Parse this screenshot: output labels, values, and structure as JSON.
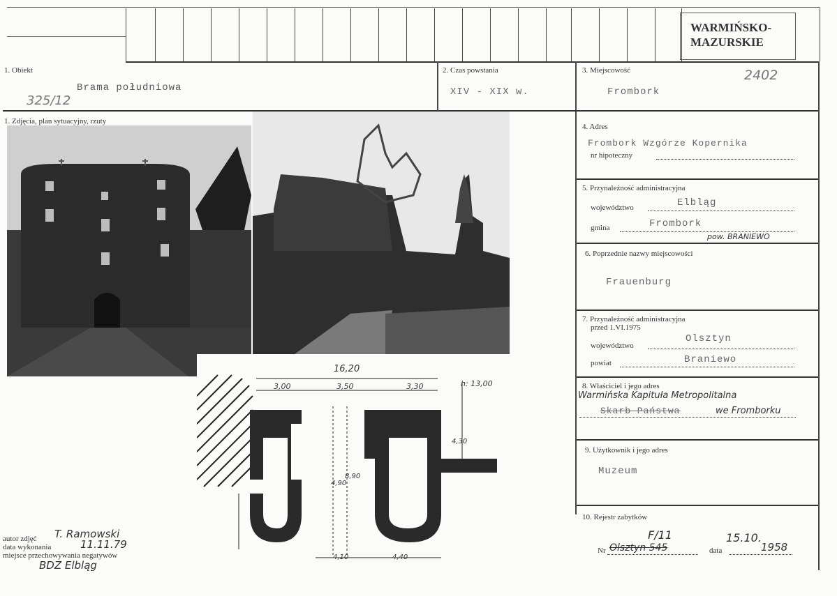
{
  "stamp": {
    "line1": "WARMIŃSKO-",
    "line2": "MAZURSKIE"
  },
  "card_number": "2402",
  "inventory_number": "325/12",
  "field1": {
    "label": "1. Obiekt",
    "value": "Brama południowa"
  },
  "field2": {
    "label": "2. Czas powstania",
    "value": "XIV  -  XIX w."
  },
  "field3": {
    "label": "3. Miejscowość",
    "value": "Frombork"
  },
  "photos_label": "1. Zdjęcia, plan sytuacyjny, rzuty",
  "field4": {
    "label": "4. Adres",
    "value": "Frombork Wzgórze Kopernika",
    "sub_label": "nr hipoteczny"
  },
  "field5": {
    "label": "5. Przynależność administracyjna",
    "voivodeship_label": "województwo",
    "voivodeship_value": "Elbląg",
    "commune_label": "gmina",
    "commune_value": "Frombork",
    "note": "pow. BRANIEWO"
  },
  "field6": {
    "label": "6. Poprzednie nazwy miejscowości",
    "value": "Frauenburg"
  },
  "field7": {
    "label_line1": "7. Przynależność administracyjna",
    "label_line2": "przed 1.VI.1975",
    "voivodeship_label": "województwo",
    "voivodeship_value": "Olsztyn",
    "county_label": "powiat",
    "county_value": "Braniewo"
  },
  "field8": {
    "label": "8. Właściciel i jego adres",
    "handwritten_line1": "Warmińska Kapituła Metropolitalna",
    "struck_text": "Skarb Państwa",
    "handwritten_line2": "we Fromborku"
  },
  "field9": {
    "label": "9. Użytkownik i jego adres",
    "value": "Muzeum"
  },
  "field10": {
    "label": "10. Rejestr zabytków",
    "nr_label": "Nr",
    "nr_handwritten": "F/11",
    "nr_struck": "Olsztyn 545",
    "date_label": "data",
    "date_handwritten1": "15.10.",
    "date_handwritten2": "1958"
  },
  "author": {
    "photo_author_label": "autor zdjęć",
    "photo_author_value": "T. Ramowski",
    "date_label": "data wykonania",
    "date_value": "11.11.79",
    "storage_label": "miejsce przechowywania negatywów",
    "storage_value": "BDZ Elbląg"
  },
  "plan": {
    "dim_total": "16,20",
    "dim_left": "3,00",
    "dim_mid": "3,50",
    "dim_right": "3,30",
    "height_note": "h: 13,00",
    "dim_side": "4,30",
    "dim_inner1": "4,90",
    "dim_inner2": "8,90",
    "dim_bottom1": "4,10",
    "dim_bottom2": "4,40"
  }
}
